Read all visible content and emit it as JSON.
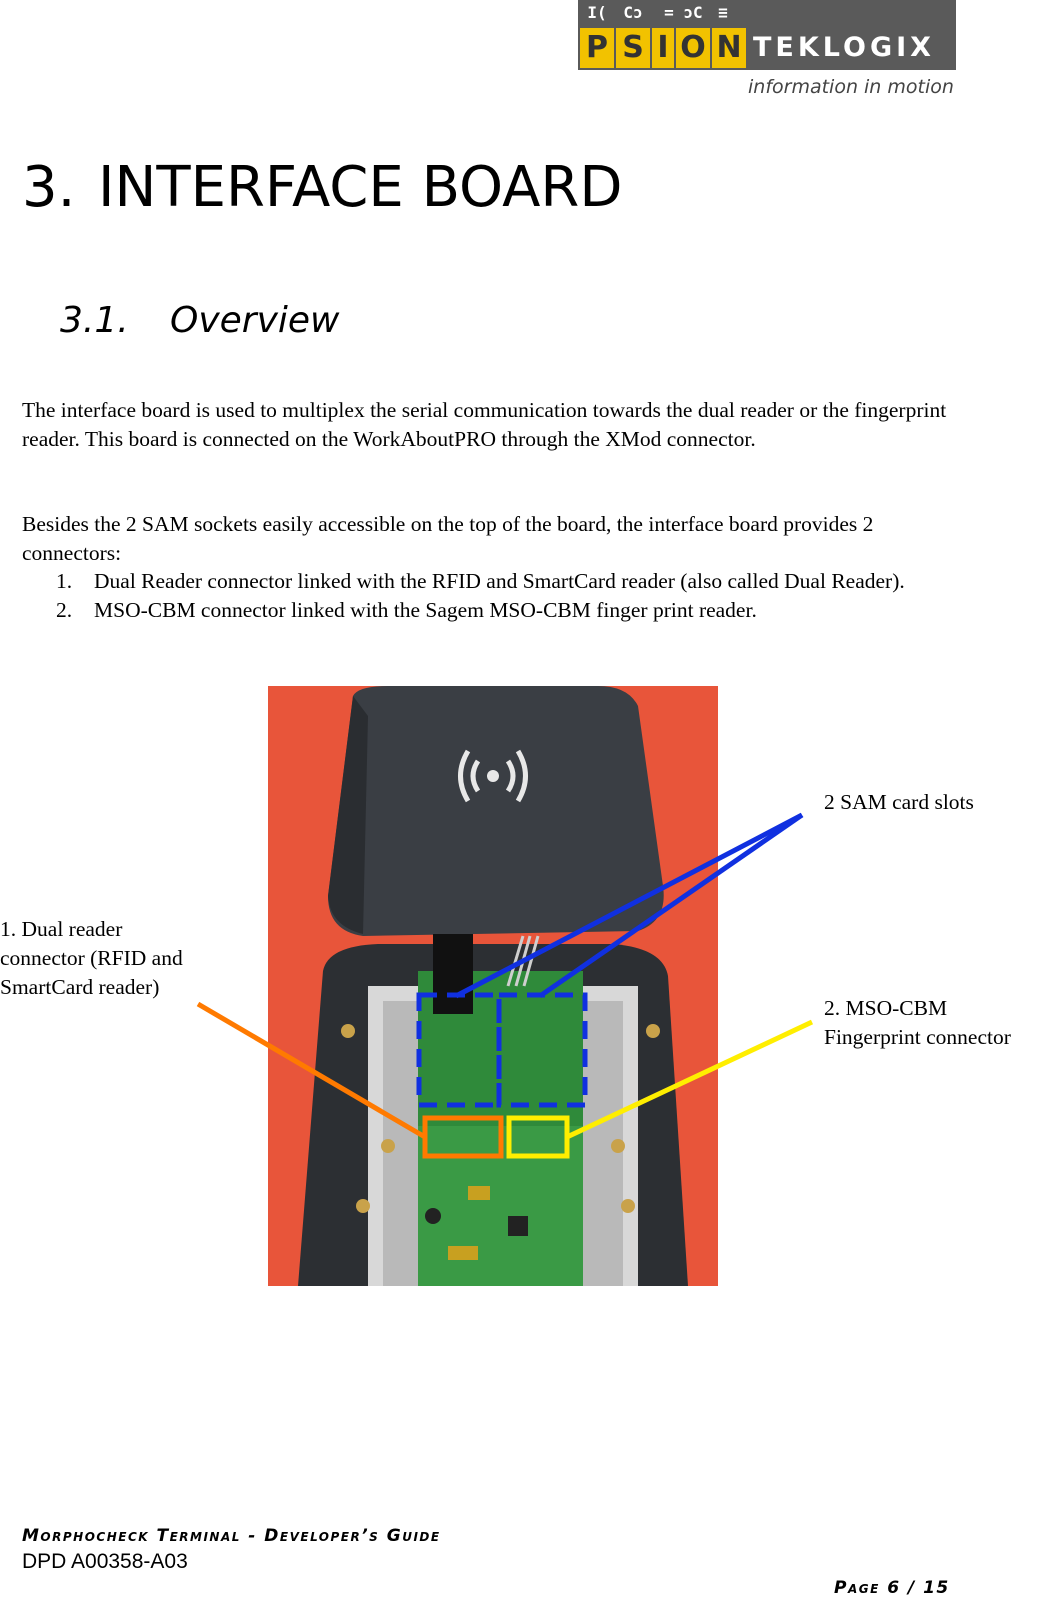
{
  "header": {
    "logo_letters": [
      "P",
      "S",
      "I",
      "O",
      "N"
    ],
    "logo_symbols": [
      "I(",
      "Cɔ",
      "=",
      "ɔC",
      "≡"
    ],
    "logo_word": "TEKLOGIX",
    "logo_tagline": "information in motion"
  },
  "chapter": {
    "number": "3.",
    "title": "INTERFACE BOARD"
  },
  "section": {
    "number": "3.1.",
    "title": "Overview"
  },
  "body": {
    "paragraph1": "The interface board is used to multiplex the serial communication towards the dual reader or the fingerprint reader. This board is connected on the WorkAboutPRO through the XMod connector.",
    "paragraph2": "Besides the 2 SAM sockets easily accessible on the top of the board, the interface board provides 2 connectors:",
    "list": [
      {
        "number": "1.",
        "text": "Dual Reader connector linked with the RFID and SmartCard reader (also called Dual Reader)."
      },
      {
        "number": "2.",
        "text": "MSO-CBM connector linked with the Sagem MSO-CBM finger print reader."
      }
    ]
  },
  "figure": {
    "callouts": {
      "sam": "2 SAM card slots",
      "dual": [
        "1. Dual reader",
        "connector (RFID and",
        "SmartCard reader)"
      ],
      "mso": [
        "2. MSO-CBM",
        "Fingerprint connector"
      ]
    },
    "colors": {
      "sam": "#1030e0",
      "dual": "#ff7a00",
      "mso": "#ffee00",
      "background": "#e8553a"
    }
  },
  "footer": {
    "guide_title": "Morphocheck Terminal - Developer’s Guide",
    "doc_number": "DPD A00358-A03",
    "page": "Page 6 / 15"
  }
}
